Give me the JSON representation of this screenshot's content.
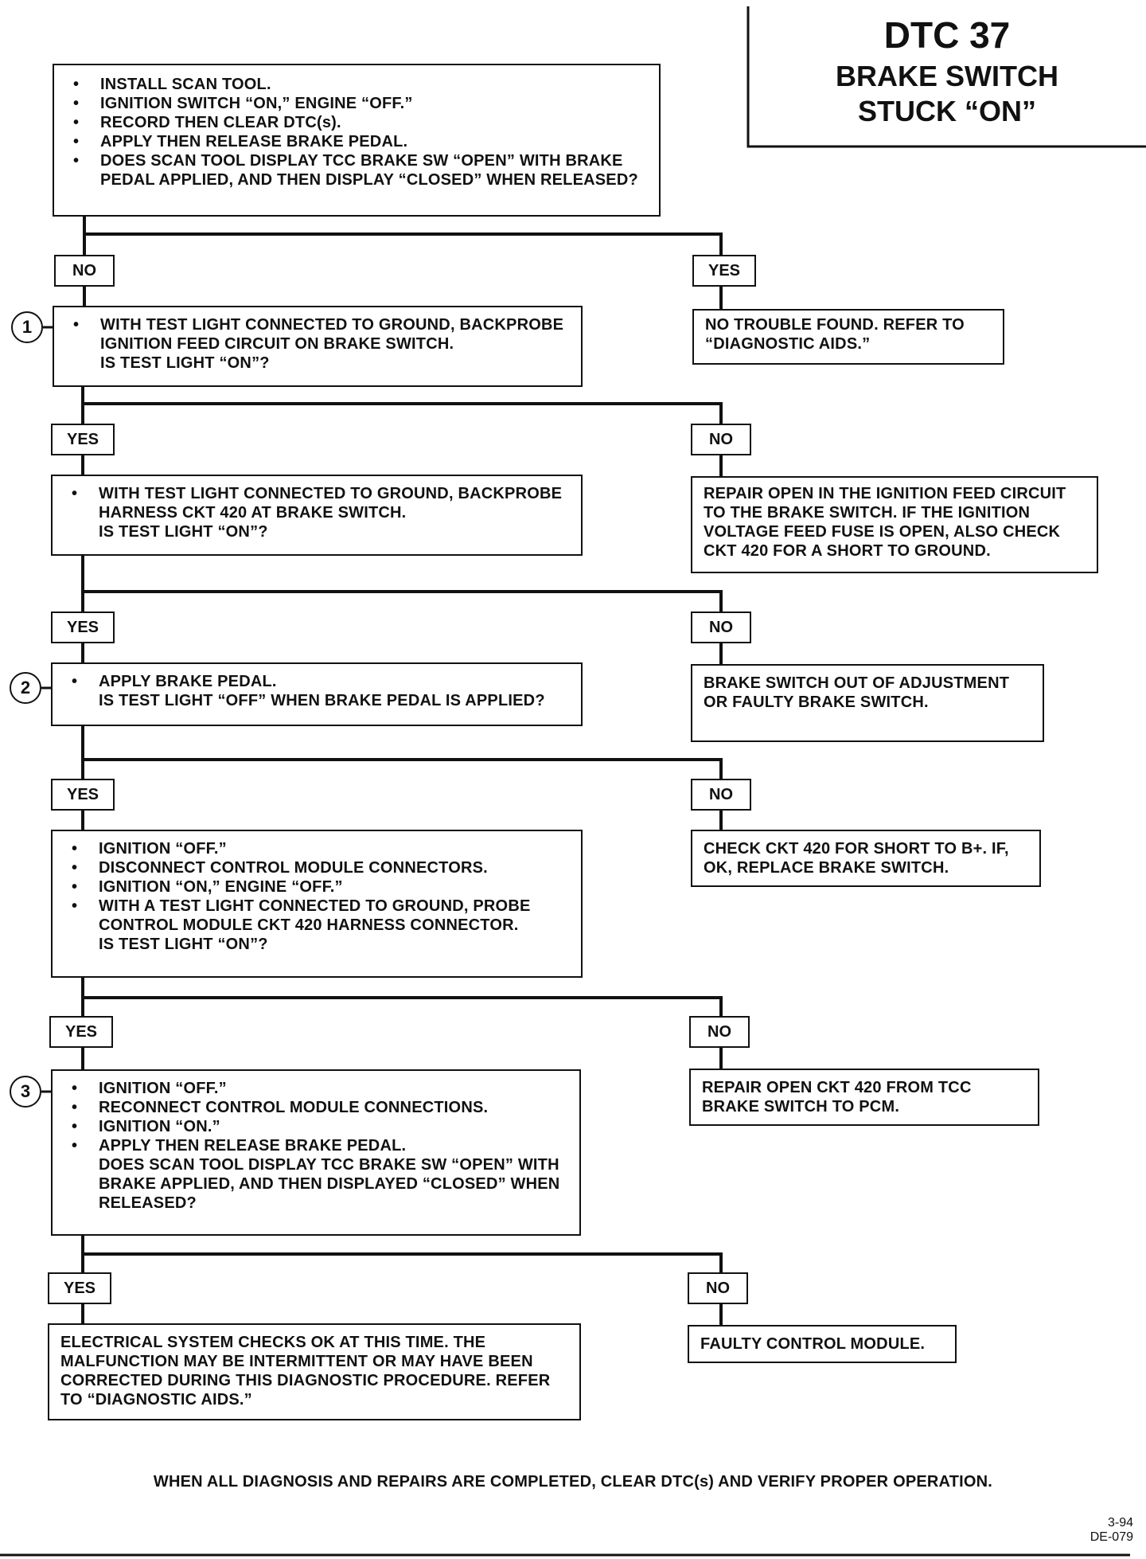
{
  "title": {
    "code": "DTC 37",
    "line1": "BRAKE SWITCH",
    "line2": "STUCK “ON”"
  },
  "step0": {
    "items": [
      "INSTALL SCAN TOOL.",
      "IGNITION SWITCH “ON,” ENGINE “OFF.”",
      "RECORD THEN CLEAR DTC(s).",
      "APPLY THEN RELEASE BRAKE PEDAL.",
      "DOES SCAN TOOL DISPLAY TCC BRAKE SW “OPEN” WITH BRAKE PEDAL APPLIED, AND THEN DISPLAY “CLOSED” WHEN RELEASED?"
    ]
  },
  "branch0": {
    "no_label": "NO",
    "yes_label": "YES"
  },
  "result0_yes": "NO TROUBLE FOUND. REFER TO “DIAGNOSTIC AIDS.”",
  "step1": {
    "number": "1",
    "items": [
      "WITH TEST LIGHT CONNECTED TO GROUND, BACKPROBE IGNITION FEED CIRCUIT ON BRAKE SWITCH."
    ],
    "question": "IS TEST LIGHT “ON”?"
  },
  "branch1": {
    "yes_label": "YES",
    "no_label": "NO"
  },
  "result1_no": "REPAIR OPEN IN THE IGNITION FEED CIRCUIT TO THE BRAKE SWITCH. IF THE IGNITION VOLTAGE FEED FUSE IS OPEN, ALSO CHECK CKT 420 FOR A SHORT TO GROUND.",
  "step1b": {
    "items": [
      "WITH TEST LIGHT CONNECTED TO GROUND, BACKPROBE HARNESS CKT 420 AT BRAKE SWITCH."
    ],
    "question": "IS TEST LIGHT “ON”?"
  },
  "branch2": {
    "yes_label": "YES",
    "no_label": "NO"
  },
  "result2_no": "BRAKE SWITCH OUT OF ADJUSTMENT OR FAULTY BRAKE SWITCH.",
  "step2": {
    "number": "2",
    "items": [
      "APPLY BRAKE PEDAL."
    ],
    "question": "IS TEST LIGHT “OFF” WHEN BRAKE PEDAL IS APPLIED?"
  },
  "branch3": {
    "yes_label": "YES",
    "no_label": "NO"
  },
  "result3_no": "CHECK CKT 420 FOR SHORT TO B+. IF, OK, REPLACE BRAKE SWITCH.",
  "step2b": {
    "items": [
      "IGNITION “OFF.”",
      "DISCONNECT CONTROL MODULE CONNECTORS.",
      "IGNITION “ON,” ENGINE “OFF.”",
      "WITH A TEST LIGHT CONNECTED TO GROUND, PROBE CONTROL MODULE CKT 420 HARNESS CONNECTOR."
    ],
    "question": "IS TEST LIGHT “ON”?"
  },
  "branch4": {
    "yes_label": "YES",
    "no_label": "NO"
  },
  "result4_no": "REPAIR OPEN CKT 420 FROM TCC BRAKE SWITCH TO PCM.",
  "step3": {
    "number": "3",
    "items": [
      "IGNITION “OFF.”",
      "RECONNECT CONTROL MODULE CONNECTIONS.",
      "IGNITION “ON.”",
      "APPLY THEN RELEASE BRAKE PEDAL."
    ],
    "question": "DOES SCAN TOOL DISPLAY TCC BRAKE SW “OPEN” WITH BRAKE APPLIED, AND THEN DISPLAYED “CLOSED” WHEN RELEASED?"
  },
  "branch5": {
    "yes_label": "YES",
    "no_label": "NO"
  },
  "result5_yes": "ELECTRICAL SYSTEM CHECKS OK AT THIS TIME. THE MALFUNCTION MAY BE INTERMITTENT OR MAY HAVE BEEN CORRECTED DURING THIS DIAGNOSTIC PROCEDURE. REFER TO “DIAGNOSTIC AIDS.”",
  "result5_no": "FAULTY CONTROL MODULE.",
  "footer": "WHEN ALL DIAGNOSIS AND REPAIRS ARE COMPLETED, CLEAR DTC(s) AND VERIFY PROPER OPERATION.",
  "page_ref": {
    "date": "3-94",
    "code": "DE-079"
  }
}
